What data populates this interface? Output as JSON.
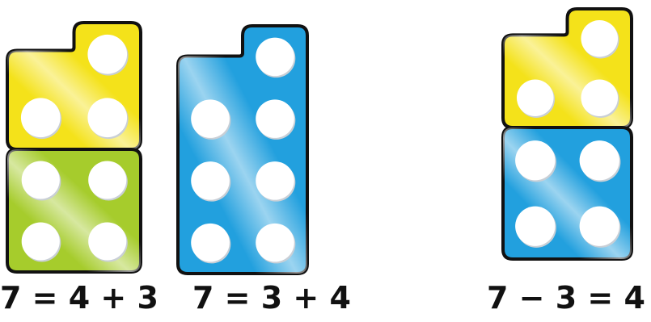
{
  "colors": {
    "yellow": "#f4e21a",
    "green": "#a6cc2c",
    "blue": "#22a0de",
    "outline": "#111111",
    "peg": "#ffffff",
    "peg_shadow": "#c9cfd6"
  },
  "groups": [
    {
      "equation": "7 = 4 + 3",
      "rods": [
        {
          "value": 3,
          "color": "yellow"
        },
        {
          "value": 4,
          "color": "green"
        }
      ]
    },
    {
      "equation": "7 = 3 + 4",
      "rods": [
        {
          "value": 7,
          "color": "blue"
        }
      ]
    },
    {
      "equation": "7 − 3 = 4",
      "rods": [
        {
          "value": 3,
          "color": "yellow"
        },
        {
          "value": 4,
          "color": "blue"
        }
      ]
    }
  ]
}
